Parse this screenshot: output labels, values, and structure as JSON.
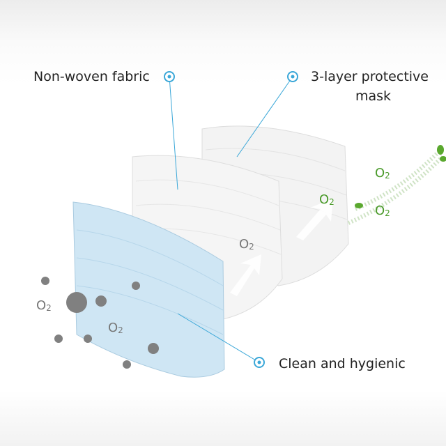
{
  "labels": {
    "non_woven": "Non-woven fabric",
    "three_layer_1": "3-layer protective",
    "three_layer_2": "mask",
    "clean": "Clean and hygienic"
  },
  "oxygen": {
    "symbol": "O",
    "subscript": "2"
  },
  "colors": {
    "accent": "#3aa7d8",
    "mask_blue": "#cfe6f4",
    "leaf_green": "#4a9a2a",
    "particle": "#777777"
  }
}
